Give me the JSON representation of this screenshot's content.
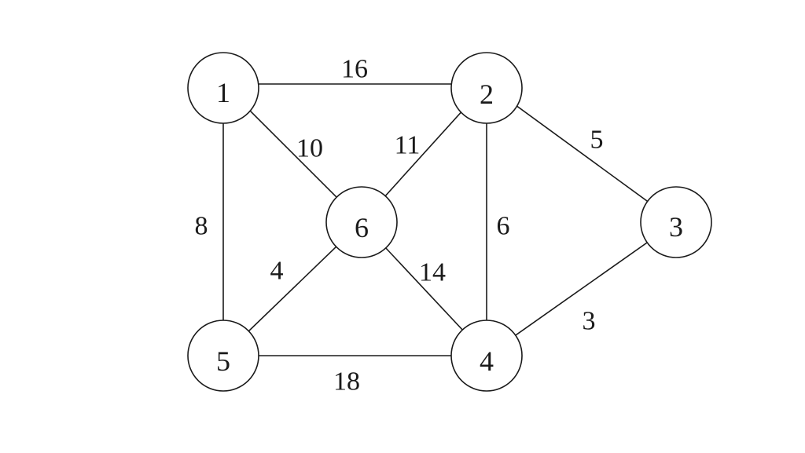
{
  "graph": {
    "nodes": [
      {
        "id": "1",
        "label": "1"
      },
      {
        "id": "2",
        "label": "2"
      },
      {
        "id": "3",
        "label": "3"
      },
      {
        "id": "4",
        "label": "4"
      },
      {
        "id": "5",
        "label": "5"
      },
      {
        "id": "6",
        "label": "6"
      }
    ],
    "edges": [
      {
        "from": "1",
        "to": "2",
        "weight": "16"
      },
      {
        "from": "1",
        "to": "6",
        "weight": "10"
      },
      {
        "from": "1",
        "to": "5",
        "weight": "8"
      },
      {
        "from": "2",
        "to": "6",
        "weight": "11"
      },
      {
        "from": "2",
        "to": "3",
        "weight": "5"
      },
      {
        "from": "2",
        "to": "4",
        "weight": "6"
      },
      {
        "from": "6",
        "to": "5",
        "weight": "4"
      },
      {
        "from": "6",
        "to": "4",
        "weight": "14"
      },
      {
        "from": "5",
        "to": "4",
        "weight": "18"
      },
      {
        "from": "4",
        "to": "3",
        "weight": "3"
      }
    ]
  }
}
